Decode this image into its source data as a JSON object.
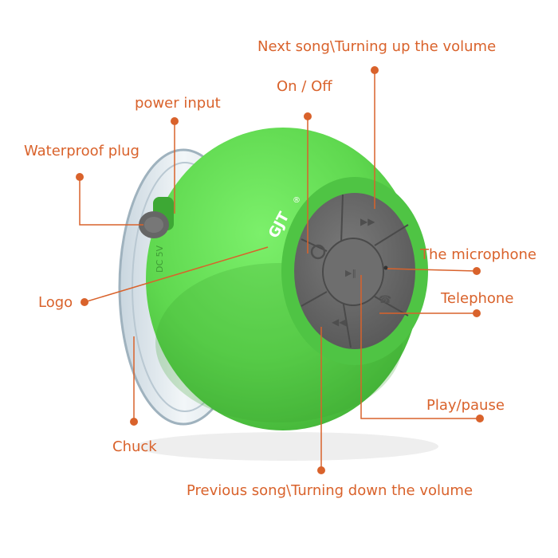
{
  "colors": {
    "accent": "#d9622b",
    "speaker_body": "#5fd84f",
    "control_panel": "#6a6a6a",
    "suction_cup": "#dfe8ee"
  },
  "product": {
    "logo_text": "GJT",
    "registered_mark": "®",
    "dc_text": "DC 5V"
  },
  "labels": {
    "next_song": "Next song\\Turning up the volume",
    "on_off": "On / Off",
    "power_input": "power input",
    "waterproof_plug": "Waterproof plug",
    "microphone": "The microphone",
    "telephone": "Telephone",
    "logo": "Logo",
    "play_pause": "Play/pause",
    "chuck": "Chuck",
    "previous_song": "Previous song\\Turning down the volume"
  }
}
